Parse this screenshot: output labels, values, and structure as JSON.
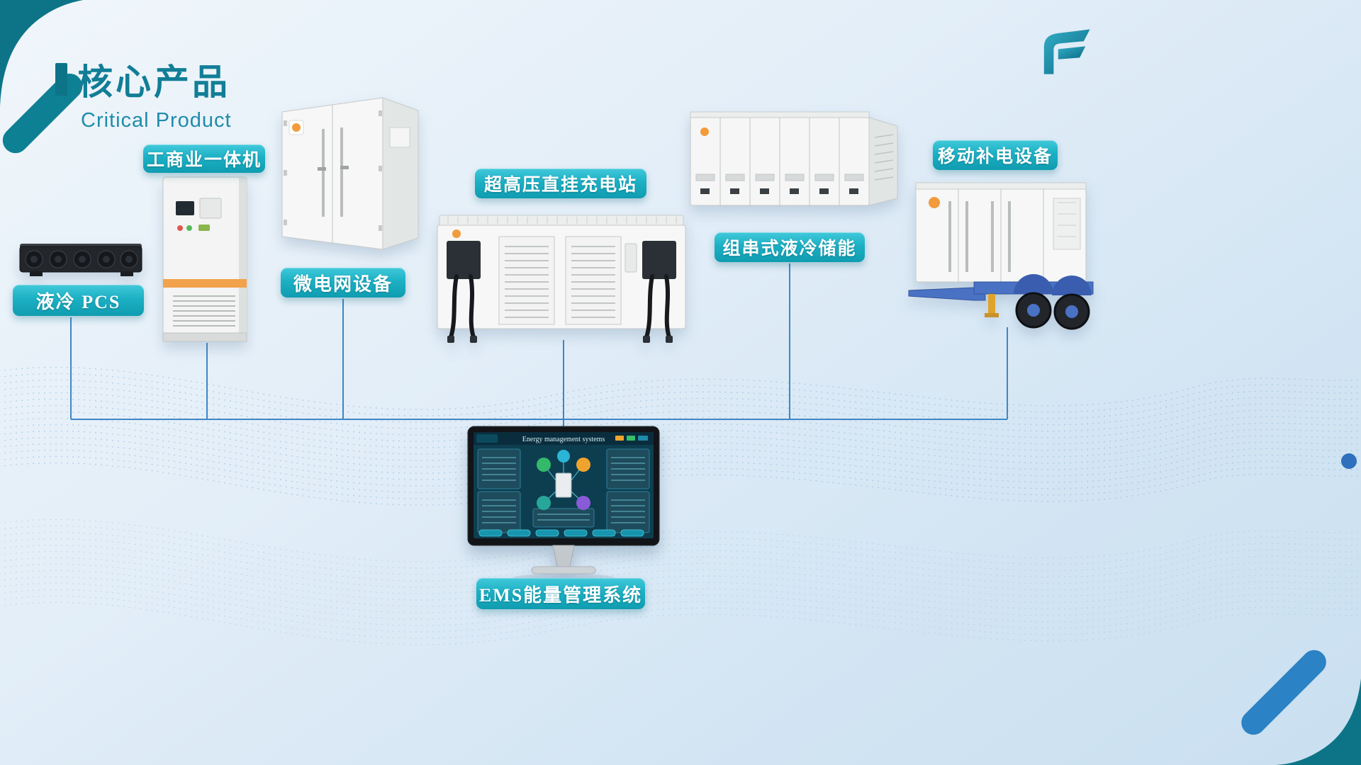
{
  "header": {
    "title": "核心产品",
    "subtitle": "Critical Product"
  },
  "products": [
    {
      "id": "liquid-cooled-pcs",
      "label": "液冷  PCS"
    },
    {
      "id": "ci-all-in-one",
      "label": "工商业一体机"
    },
    {
      "id": "microgrid-equipment",
      "label": "微电网设备"
    },
    {
      "id": "uhv-charging-station",
      "label": "超高压直挂充电站"
    },
    {
      "id": "string-liquid-storage",
      "label": "组串式液冷储能"
    },
    {
      "id": "mobile-power-supply",
      "label": "移动补电设备"
    }
  ],
  "ems": {
    "label": "EMS能量管理系统",
    "screen_title": "Energy management systems"
  },
  "colors": {
    "accent_teal": "#0d7488",
    "title_teal": "#117e96",
    "pill_top": "#41c9db",
    "pill_bottom": "#0f9cb0",
    "connector_line": "#3f86c6",
    "brand_orange": "#f29b3c",
    "trailer_blue": "#4a72c4",
    "background_top": "#f0f6fb",
    "background_bottom": "#c9dff0"
  }
}
